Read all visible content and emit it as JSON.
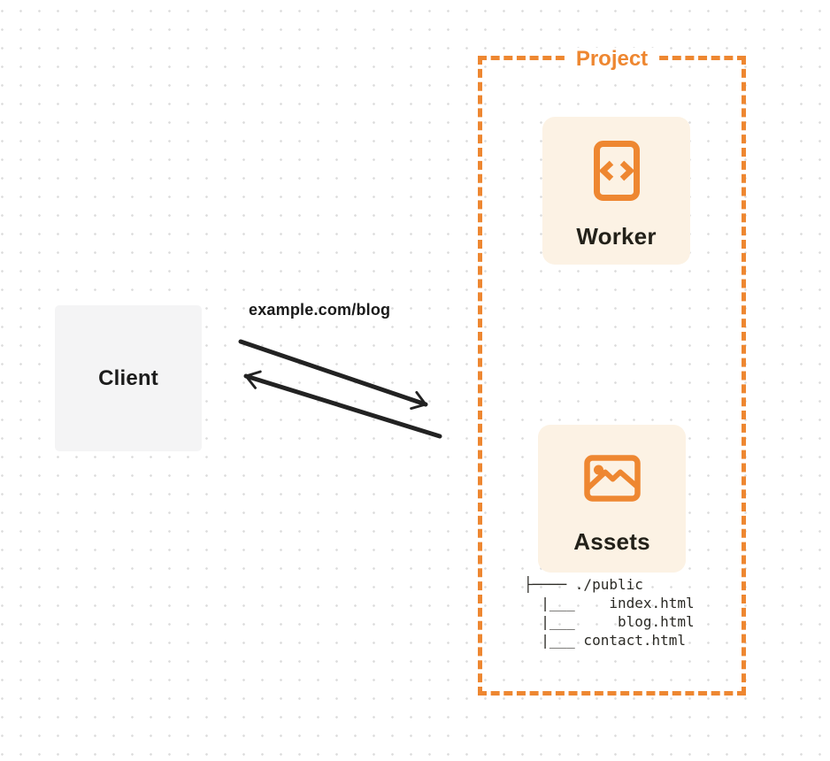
{
  "client": {
    "label": "Client"
  },
  "request_label": "example.com/blog",
  "project": {
    "label": "Project",
    "worker": {
      "label": "Worker",
      "icon": "code-file-icon"
    },
    "assets": {
      "label": "Assets",
      "icon": "image-icon"
    },
    "file_tree": {
      "lines": [
        "├──── ./public",
        "  |___    index.html",
        "  |___     blog.html",
        "  |___ contact.html"
      ]
    }
  },
  "colors": {
    "accent": "#EE8731",
    "card_bg": "#FCF2E4",
    "client_bg": "#F4F4F5",
    "ink": "#232119",
    "arrow": "#222222"
  }
}
